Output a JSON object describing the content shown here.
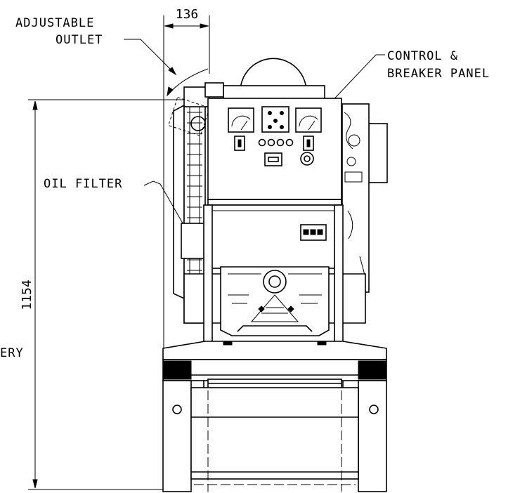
{
  "labels": {
    "adjustable_line1": "ADJUSTABLE",
    "adjustable_line2": "OUTLET",
    "control_line1": "CONTROL &",
    "control_line2": "BREAKER PANEL",
    "oil_filter": "OIL FILTER",
    "battery_fragment": "ERY"
  },
  "dimensions": {
    "outlet_width": "136",
    "overall_height": "1154"
  }
}
